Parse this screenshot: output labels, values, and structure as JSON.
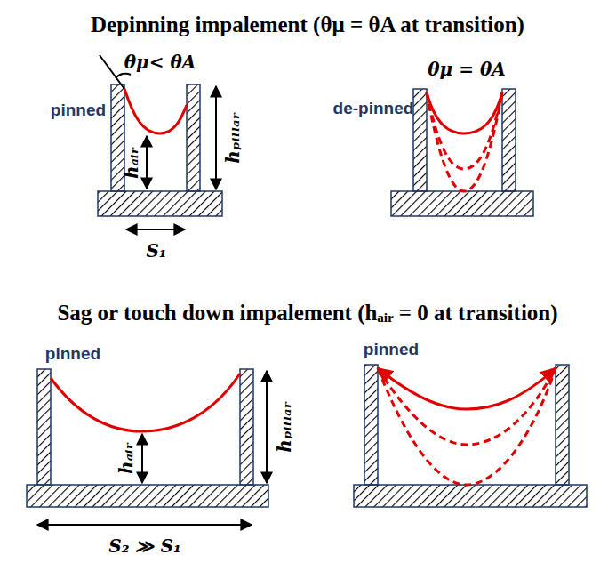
{
  "diagram": {
    "labels": [
      "Depinning impalement (θμ = θA at transition)",
      "pinned",
      "θμ< θA",
      "hₐᵢᵣ",
      "hₚᵢₗₗₐᵣ",
      "S₁",
      "de-pinned",
      "θμ = θA",
      "Sag or touch down impalement (hₐᵢᵣ = 0 at transition)",
      "pinned",
      "hₐᵢᵣ",
      "hₚᵢₗₗₐᵣ",
      "S₂ ≫ S₁",
      "pinned"
    ]
  }
}
